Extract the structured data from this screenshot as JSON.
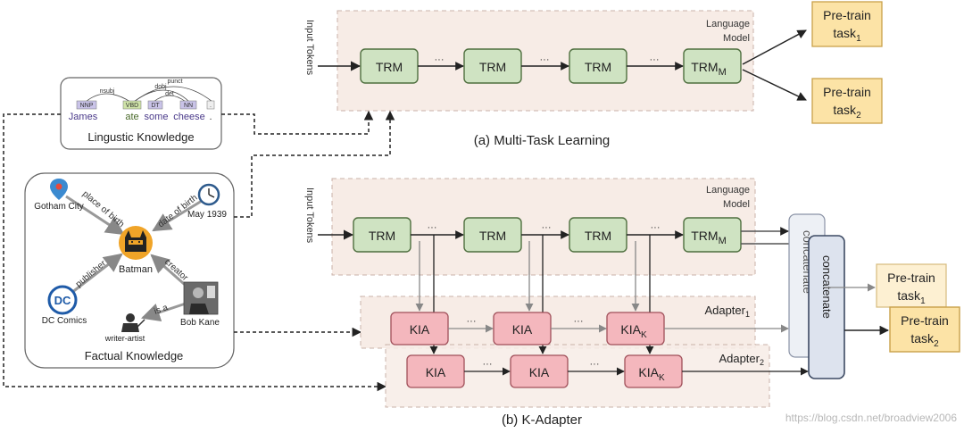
{
  "top_section": {
    "input_tokens": "Input Tokens",
    "language_model_line1": "Language",
    "language_model_line2": "Model",
    "trm": "TRM",
    "trm_m_base": "TRM",
    "trm_m_sub": "M",
    "ellipsis": "···",
    "pretrain_base": "Pre-train",
    "task_base": "task",
    "task1_sub": "1",
    "task2_sub": "2",
    "caption": "(a) Multi-Task Learning"
  },
  "bottom_section": {
    "input_tokens": "Input Tokens",
    "language_model_line1": "Language",
    "language_model_line2": "Model",
    "trm": "TRM",
    "trm_m_base": "TRM",
    "trm_m_sub": "M",
    "ellipsis": "···",
    "kia": "KIA",
    "kia_k_base": "KIA",
    "kia_k_sub": "K",
    "adapter_base": "Adapter",
    "adapter1_sub": "1",
    "adapter2_sub": "2",
    "concatenate": "concatenate",
    "pretrain_base": "Pre-train",
    "task_base": "task",
    "task1_sub": "1",
    "task2_sub": "2",
    "caption": "(b) K-Adapter"
  },
  "linguistic": {
    "title": "Lingustic Knowledge",
    "words": [
      "James",
      "ate",
      "some",
      "cheese",
      "."
    ],
    "tags": [
      "NNP",
      "VBD",
      "DT",
      "NN",
      "."
    ],
    "relations": [
      "nsubj",
      "dobj",
      "det",
      "punct"
    ]
  },
  "factual": {
    "title": "Factual Knowledge",
    "center": "Batman",
    "nodes": [
      "Gotham City",
      "May 1939",
      "DC Comics",
      "Bob Kane",
      "writer-artist"
    ],
    "relations": [
      "place of birth",
      "date of birth",
      "publisher",
      "creator",
      "is a"
    ]
  },
  "watermark": "https://blog.csdn.net/broadview2006",
  "colors": {
    "trm_fill": "#cfe3c2",
    "trm_stroke": "#4f6f3f",
    "kia_fill": "#f4b7bd",
    "kia_stroke": "#a0505a",
    "task_fill": "#fce3a6",
    "task_stroke": "#c9a14a",
    "region_fill": "#f7ece6",
    "concat_fill": "#dde3ee"
  }
}
